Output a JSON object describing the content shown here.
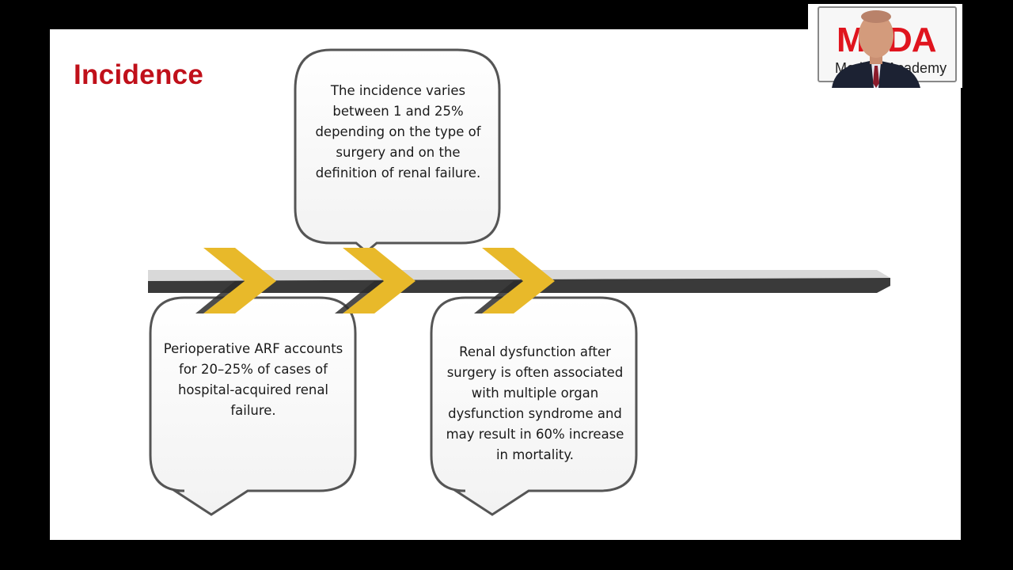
{
  "slide": {
    "title": "Incidence",
    "bubbles": {
      "top": "The incidence varies between 1 and 25% depending on the type of surgery and on the definition of renal failure.",
      "bottom_left": "Perioperative ARF accounts for 20–25% of cases of hospital-acquired renal failure.",
      "bottom_right": "Renal dysfunction after surgery is often associated with multiple organ dysfunction syndrome and may result in 60% increase in mortality."
    }
  },
  "webcam": {
    "logo_mark": "MEDA",
    "logo_sub": "Medical Academy"
  },
  "colors": {
    "title": "#c0101a",
    "chevron": "#e8b92a",
    "bar_dark": "#3a3a3a",
    "bar_light": "#d9d9d9",
    "logo_red": "#e0141e"
  }
}
